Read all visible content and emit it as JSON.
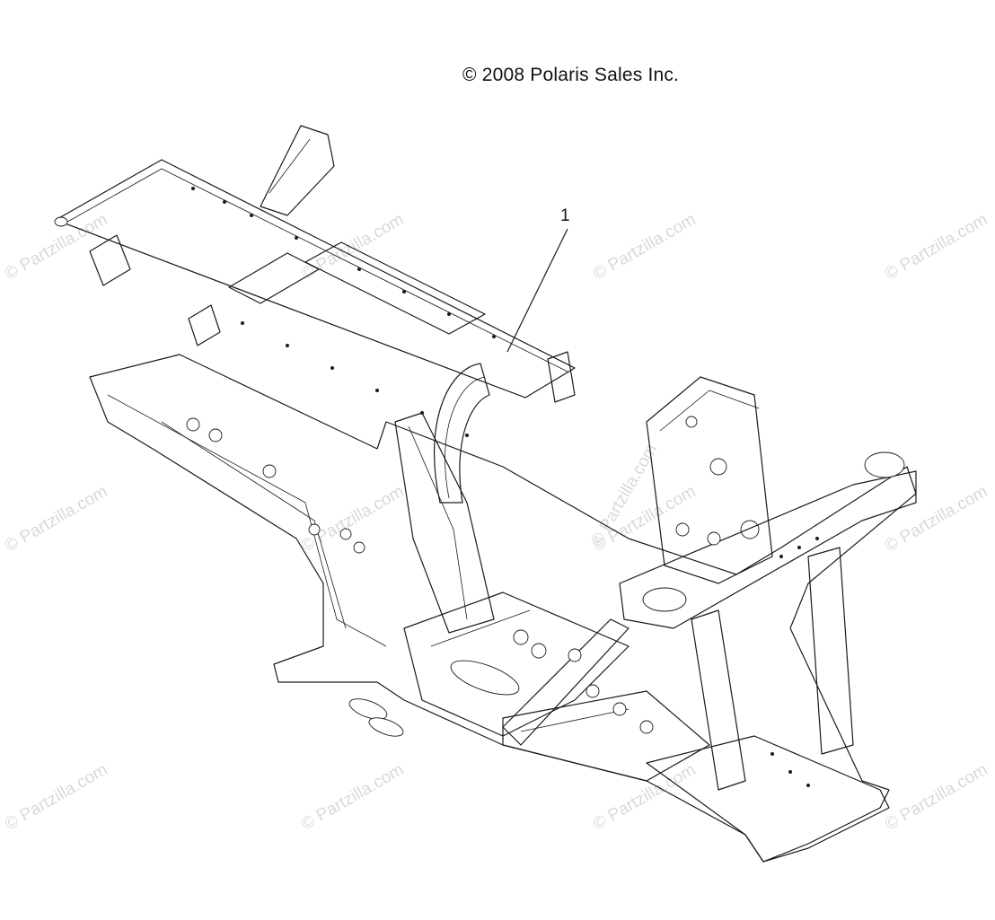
{
  "copyright": "© 2008 Polaris Sales Inc.",
  "callout": "1",
  "watermark": "© Partzilla.com",
  "line_color": "#1a1a1a",
  "watermark_color": "#d9d9d9"
}
